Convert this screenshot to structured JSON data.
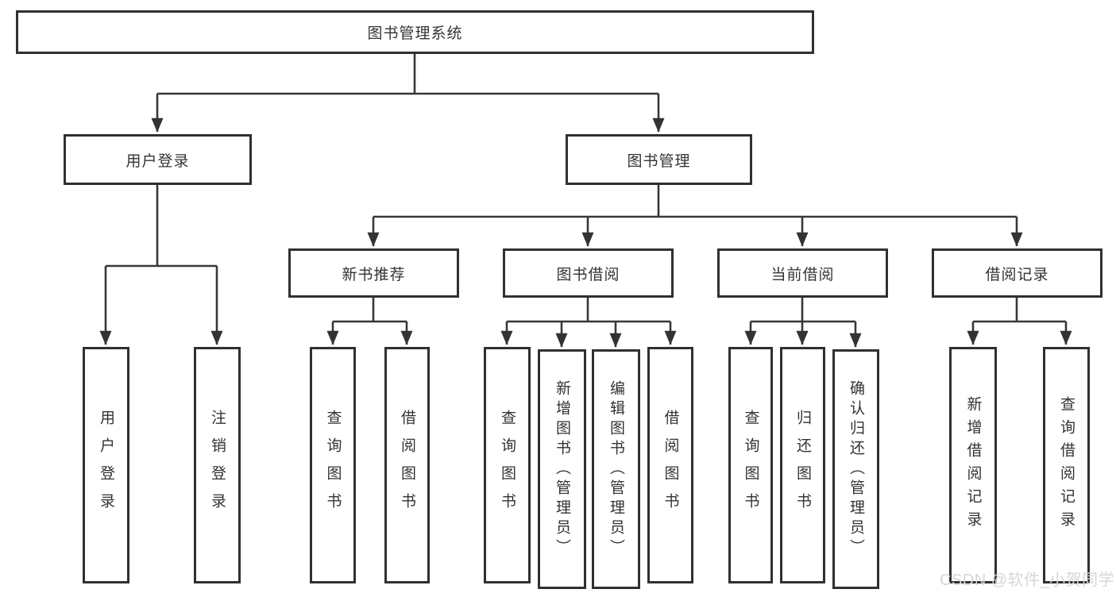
{
  "diagram_type": "hierarchy-tree",
  "colors": {
    "line": "#383838",
    "box_border": "#303030",
    "box_fill": "#ffffff",
    "text": "#333333",
    "background": "#ffffff",
    "watermark": "#d6d6d6"
  },
  "tree": {
    "root": "图书管理系统",
    "branches": [
      {
        "label": "用户登录",
        "children": [
          "用户登录",
          "注销登录"
        ]
      },
      {
        "label": "图书管理",
        "groups": [
          {
            "label": "新书推荐",
            "children": [
              "查询图书",
              "借阅图书"
            ]
          },
          {
            "label": "图书借阅",
            "children": [
              "查询图书",
              "新增图书（管理员）",
              "编辑图书（管理员）",
              "借阅图书"
            ]
          },
          {
            "label": "当前借阅",
            "children": [
              "查询图书",
              "归还图书",
              "确认归还（管理员）"
            ]
          },
          {
            "label": "借阅记录",
            "children": [
              "新增借阅记录",
              "查询借阅记录"
            ]
          }
        ]
      }
    ]
  },
  "watermark": {
    "text": "CSDN @软件_小贺同学"
  }
}
